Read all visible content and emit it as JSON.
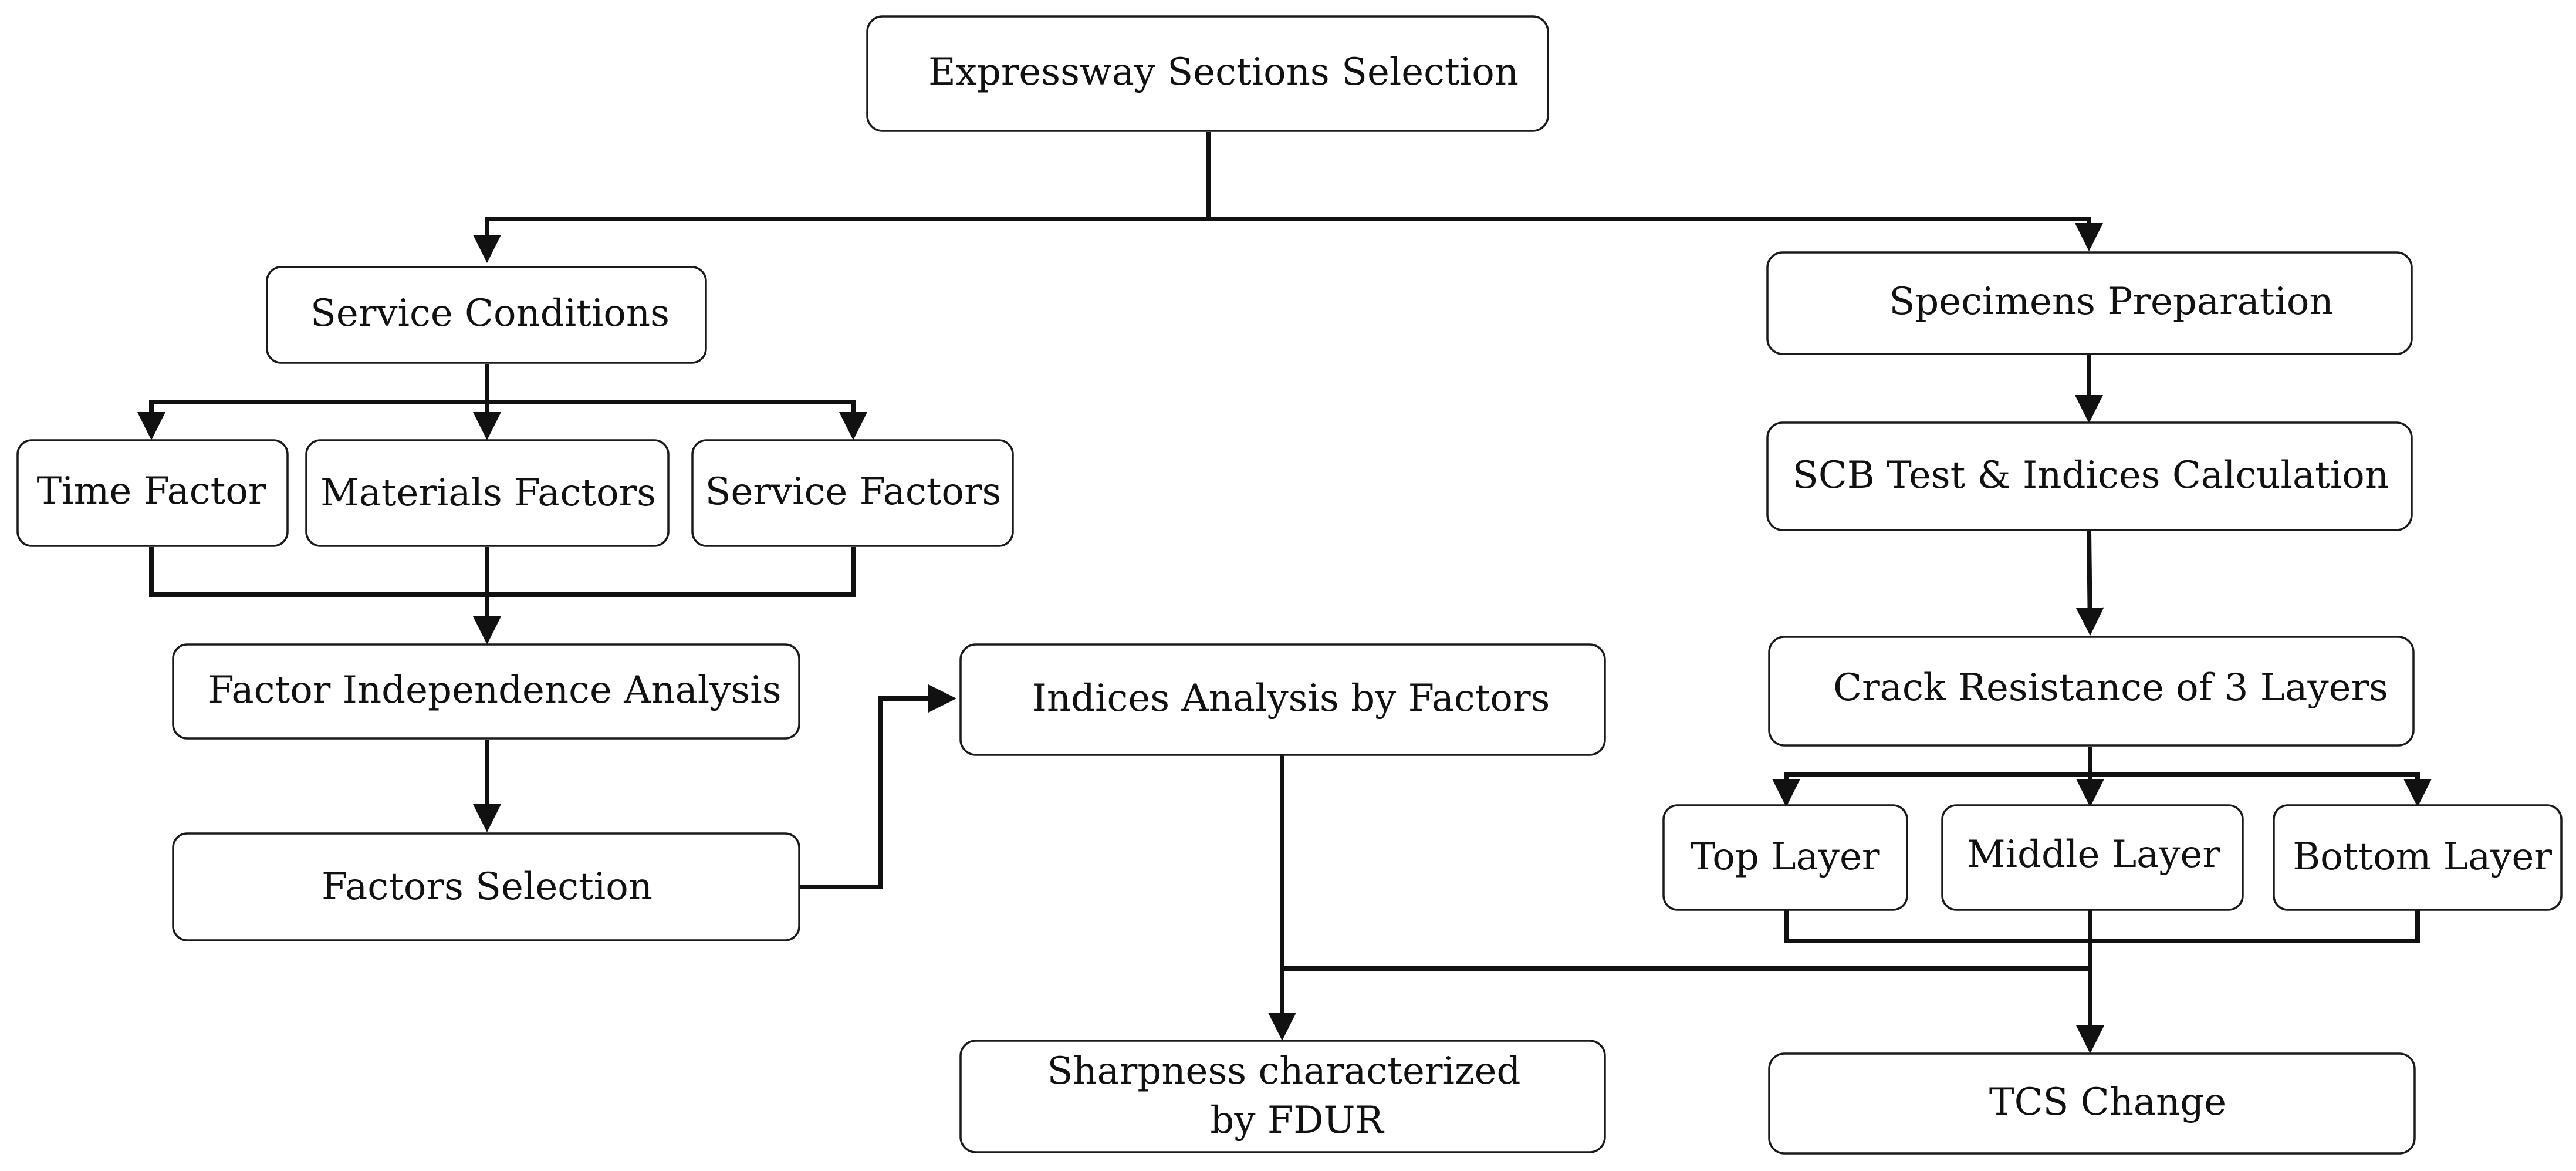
{
  "nodes": {
    "expressway": {
      "label": "Expressway Sections Selection"
    },
    "service_conditions": {
      "label": "Service Conditions"
    },
    "time_factor": {
      "label": "Time Factor"
    },
    "materials_factors": {
      "label": "Materials Factors"
    },
    "service_factors": {
      "label": "Service Factors"
    },
    "factor_independence": {
      "label": "Factor Independence Analysis"
    },
    "factors_selection": {
      "label": "Factors Selection"
    },
    "indices_analysis": {
      "label": "Indices Analysis by Factors"
    },
    "sharpness": {
      "label_line1": "Sharpness characterized",
      "label_line2": "by FDUR"
    },
    "specimens_prep": {
      "label": "Specimens Preparation"
    },
    "scb_test": {
      "label": "SCB Test & Indices Calculation"
    },
    "crack_resistance": {
      "label": "Crack Resistance of 3 Layers"
    },
    "top_layer": {
      "label": "Top Layer"
    },
    "middle_layer": {
      "label": "Middle Layer"
    },
    "bottom_layer": {
      "label": "Bottom Layer"
    },
    "tcs_change": {
      "label": "TCS Change"
    }
  },
  "colors": {
    "stroke": "#111111",
    "box_fill": "#ffffff",
    "text": "#111111"
  }
}
